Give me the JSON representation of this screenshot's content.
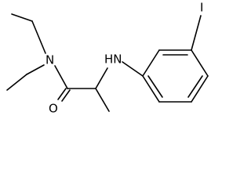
{
  "molecule": {
    "atom_labels": {
      "amide_nitrogen": "N",
      "amine_nitrogen": "HN",
      "carbonyl_oxygen": "O",
      "iodine": "I"
    }
  },
  "colors": {
    "bond": "#000000",
    "label": "#000000",
    "background": "#ffffff"
  }
}
